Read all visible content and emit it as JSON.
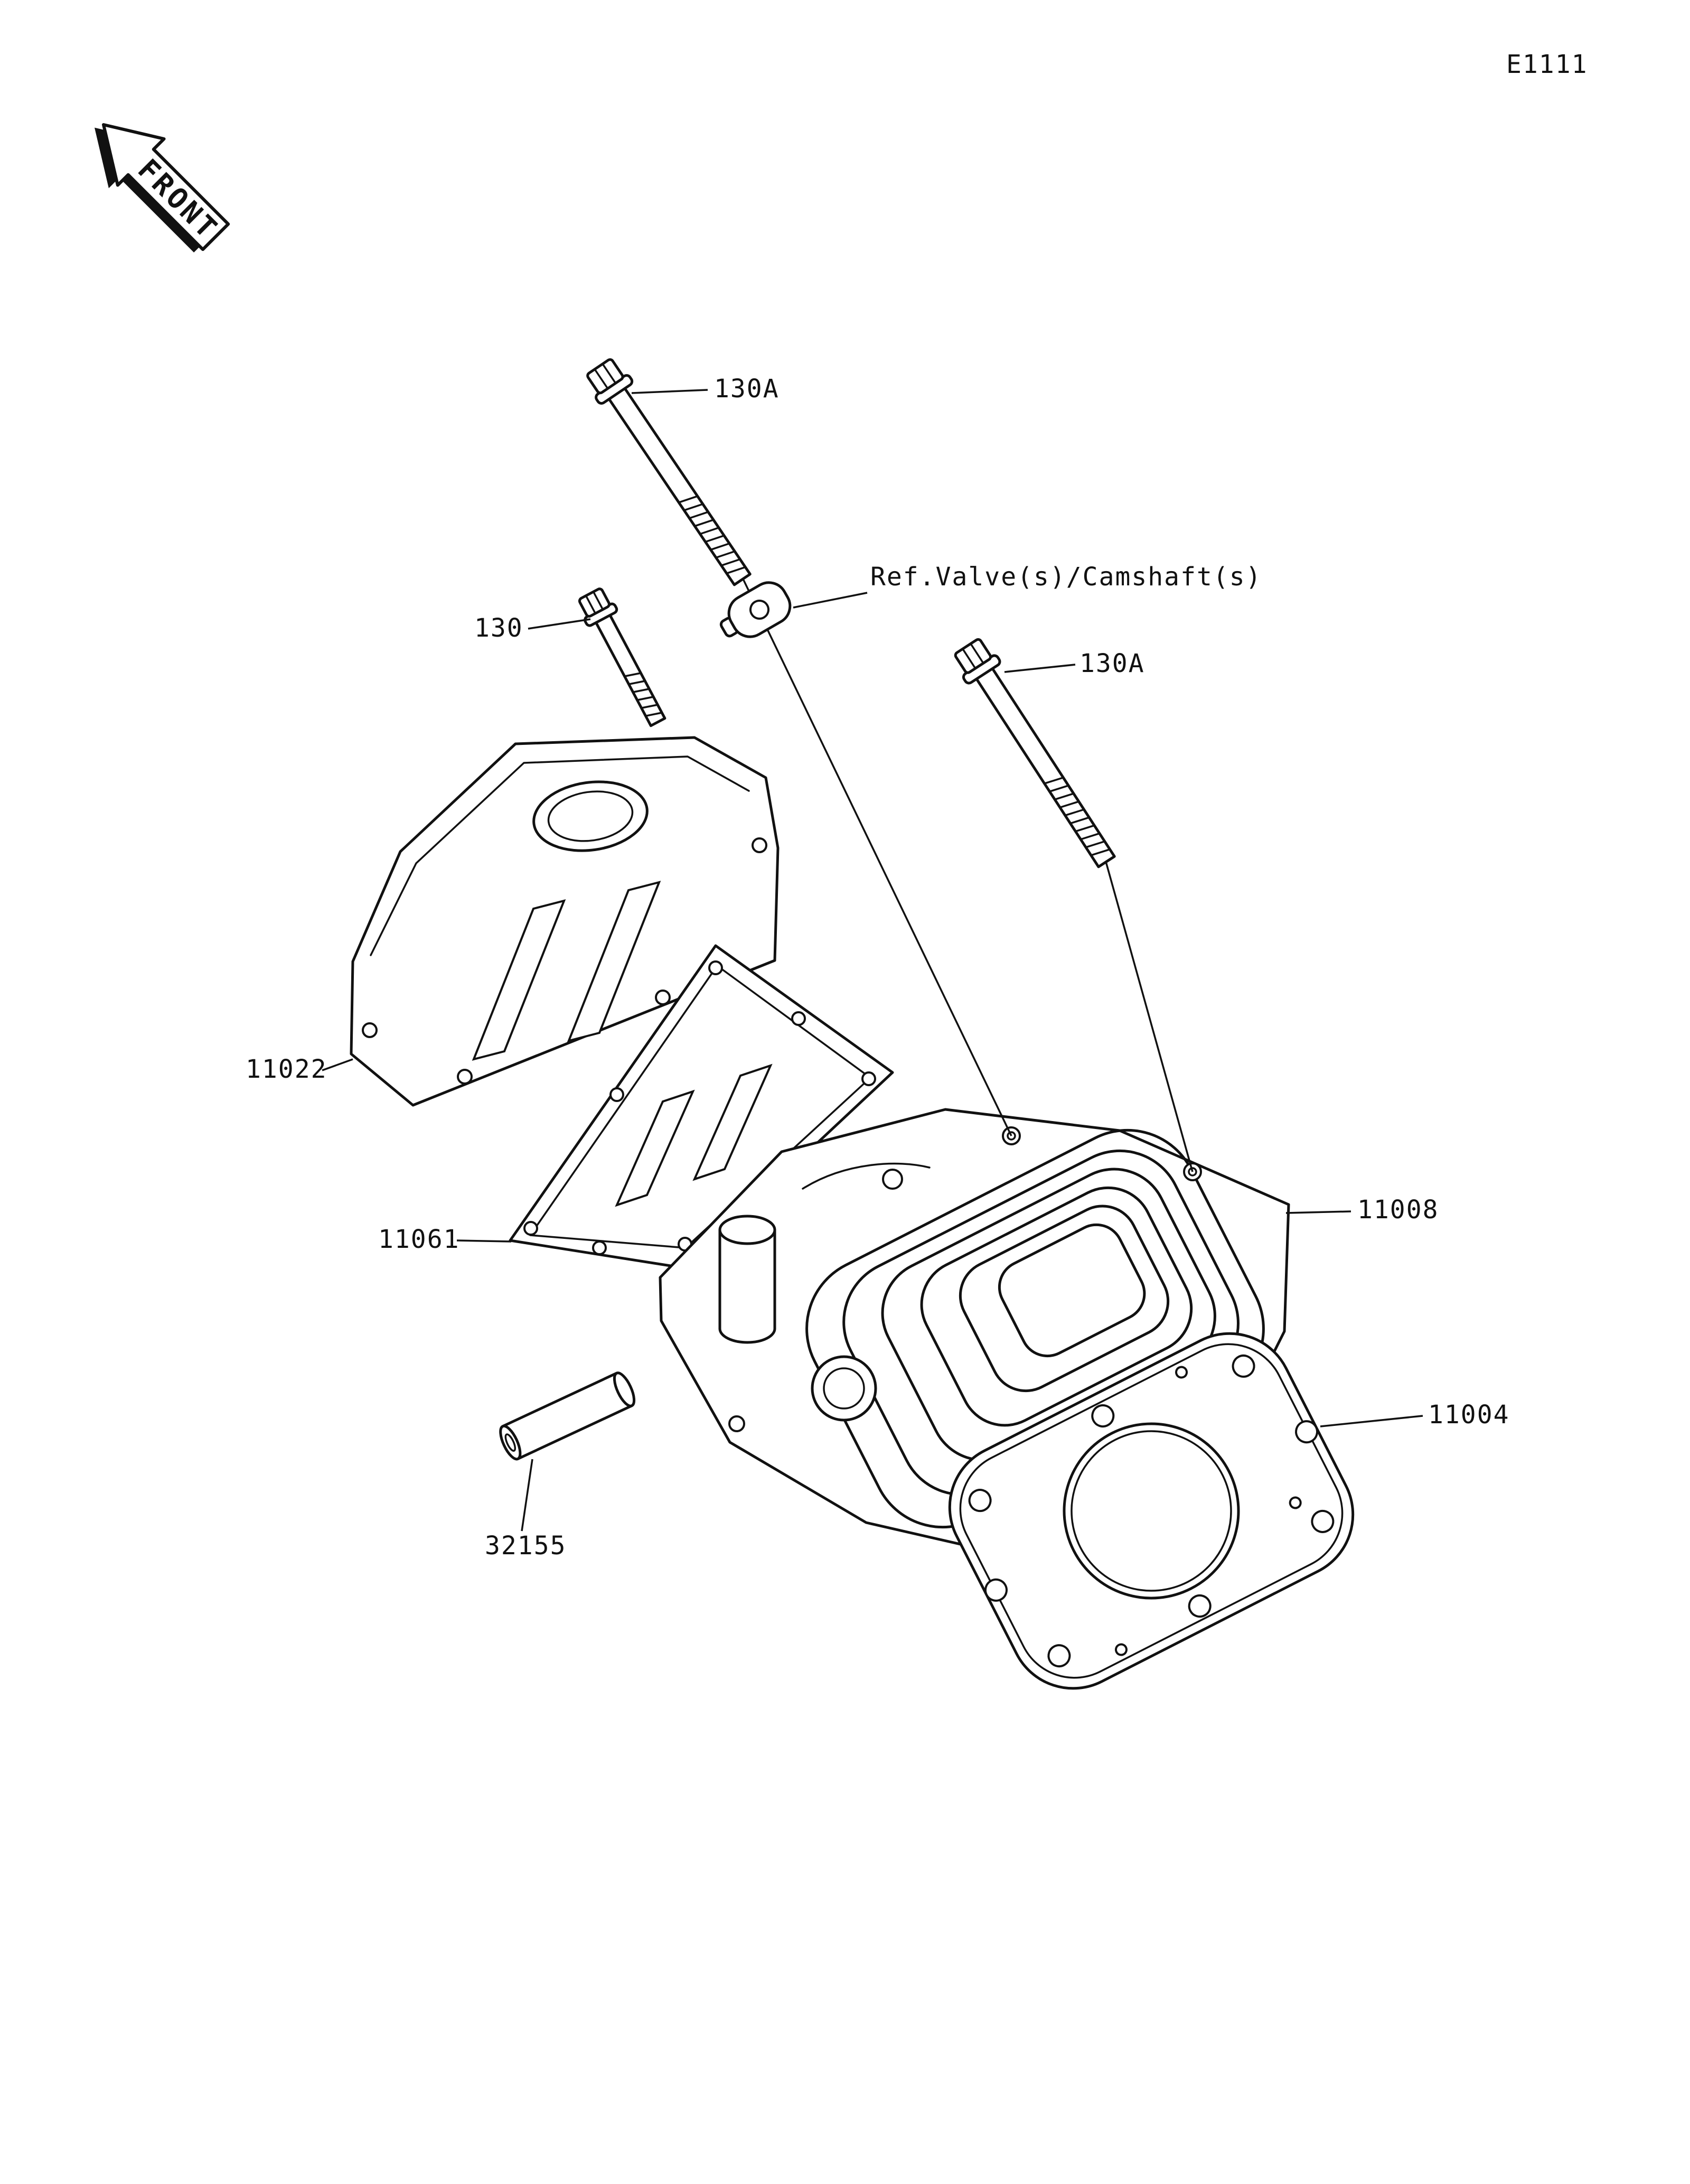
{
  "page": {
    "code": "E1111",
    "background_color": "#ffffff",
    "line_color": "#111111"
  },
  "front_arrow": {
    "label": "FRONT"
  },
  "labels": {
    "bolt_top": "130A",
    "bolt_short": "130",
    "bolt_right": "130A",
    "ref_note": "Ref.Valve(s)/Camshaft(s)",
    "head_cover": "11022",
    "cover_gasket": "11061",
    "cylinder_head": "11008",
    "head_gasket": "11004",
    "knock_pin": "32155"
  }
}
